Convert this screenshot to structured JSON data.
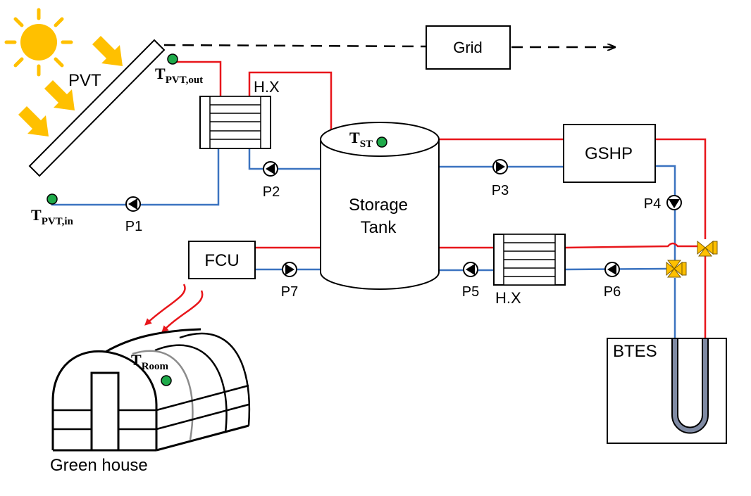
{
  "components": {
    "pvt": "PVT",
    "grid": "Grid",
    "hx_top": "H.X",
    "hx_bottom": "H.X",
    "storage_tank_line1": "Storage",
    "storage_tank_line2": "Tank",
    "gshp": "GSHP",
    "fcu": "FCU",
    "btes": "BTES",
    "greenhouse": "Green house"
  },
  "pumps": {
    "p1": "P1",
    "p2": "P2",
    "p3": "P3",
    "p4": "P4",
    "p5": "P5",
    "p6": "P6",
    "p7": "P7"
  },
  "sensors": {
    "pvt_out": {
      "main": "T",
      "sub": "PVT,out"
    },
    "pvt_in": {
      "main": "T",
      "sub": "PVT,in"
    },
    "storage": {
      "main": "T",
      "sub": "ST"
    },
    "room": {
      "main": "T",
      "sub": "Room"
    }
  },
  "colors": {
    "hot_line": "#e8161b",
    "cold_line": "#3b73c0",
    "sensor": "#1faa4a",
    "sun": "#ffc000",
    "valve": "#ffc000"
  }
}
